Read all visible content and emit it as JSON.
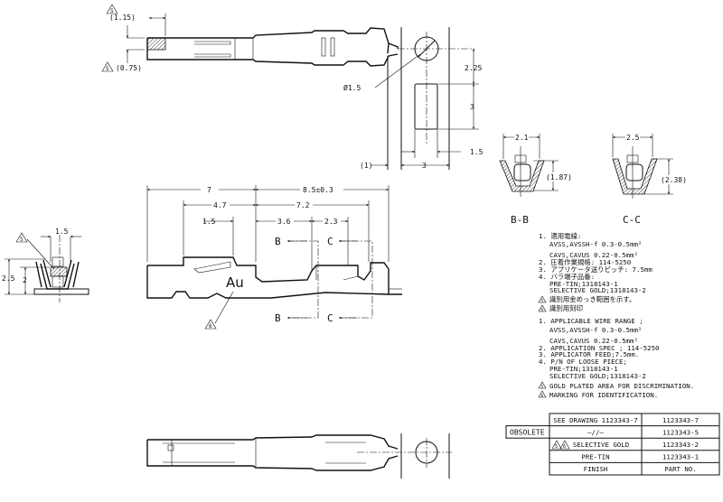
{
  "top_view": {
    "dim_hatch_width": "(1.15)",
    "dim_hatch_height": "(0.75)",
    "callout_hatch": "5",
    "callout_hatch_2": "5",
    "dim_hole": "Ø1.5",
    "dim_hole_offset": "2.25",
    "dim_window_height": "3",
    "dim_window_margin": "1.5",
    "dim_window_width": "3",
    "dim_edge": "(1)"
  },
  "side_view": {
    "dim_7": "7",
    "dim_total": "8.5±0.3",
    "dim_4_7": "4.7",
    "dim_7_2": "7.2",
    "dim_1_5": "1.5",
    "dim_3_6": "3.6",
    "dim_2_3": "2.3",
    "section_b_top": "B",
    "section_c_top": "C",
    "section_b_bottom": "B",
    "section_c_bottom": "C",
    "marking": "Au",
    "callout_marking": "6"
  },
  "end_view": {
    "dim_width": "1.5",
    "dim_height_total": "2.5",
    "dim_height": "2",
    "callout": "5"
  },
  "sections": {
    "bb": {
      "label": "B-B",
      "dim_width": "2.1",
      "dim_height": "(1.87)"
    },
    "cc": {
      "label": "C-C",
      "dim_width": "2.5",
      "dim_height": "(2.38)"
    }
  },
  "notes_jp": [
    "1.  適用電線:",
    "AVSS,AVSSH-f 0.3-0.5mm²",
    "CAVS,CAVUS 0.22-0.5mm²",
    "2.  圧着作業規格: 114-5250",
    "3.  アプリケータ送りピッチ: 7.5mm",
    "4.  バラ端子品番:",
    "PRE-TIN;1318143-1",
    "SELECTIVE GOLD;1318143-2",
    "識別用金めっき範囲を示す。",
    "識別用刻印"
  ],
  "notes_en": [
    "1.  APPLICABLE WIRE RANGE ;",
    "AVSS,AVSSH-f 0.3-0.5mm²",
    "CAVS,CAVUS 0.22-0.5mm²",
    "2.  APPLICATION SPEC ; 114-5250",
    "3.  APPLICATOR FEED;7.5mm.",
    "4.  P/N OF LOOSE PIECE;",
    "PRE-TIN;1318143-1",
    "SELECTIVE GOLD;1318143-2",
    "GOLD PLATED AREA FOR DISCRIMINATION.",
    "MARKING FOR IDENTIFICATION."
  ],
  "note_callouts": [
    "5",
    "6",
    "5",
    "6"
  ],
  "table": {
    "obsolete": "OBSOLETE",
    "rows": [
      {
        "finish": "SEE DRAWING 1123343-7",
        "part": "1123343-7"
      },
      {
        "finish": "—//—",
        "part": "1123343-5"
      },
      {
        "finish": "SELECTIVE GOLD",
        "part": "1123343-2"
      },
      {
        "finish": "PRE-TIN",
        "part": "1123343-1"
      }
    ],
    "header_finish": "FINISH",
    "header_part": "PART NO.",
    "selective_callouts": [
      "5",
      "6"
    ]
  }
}
